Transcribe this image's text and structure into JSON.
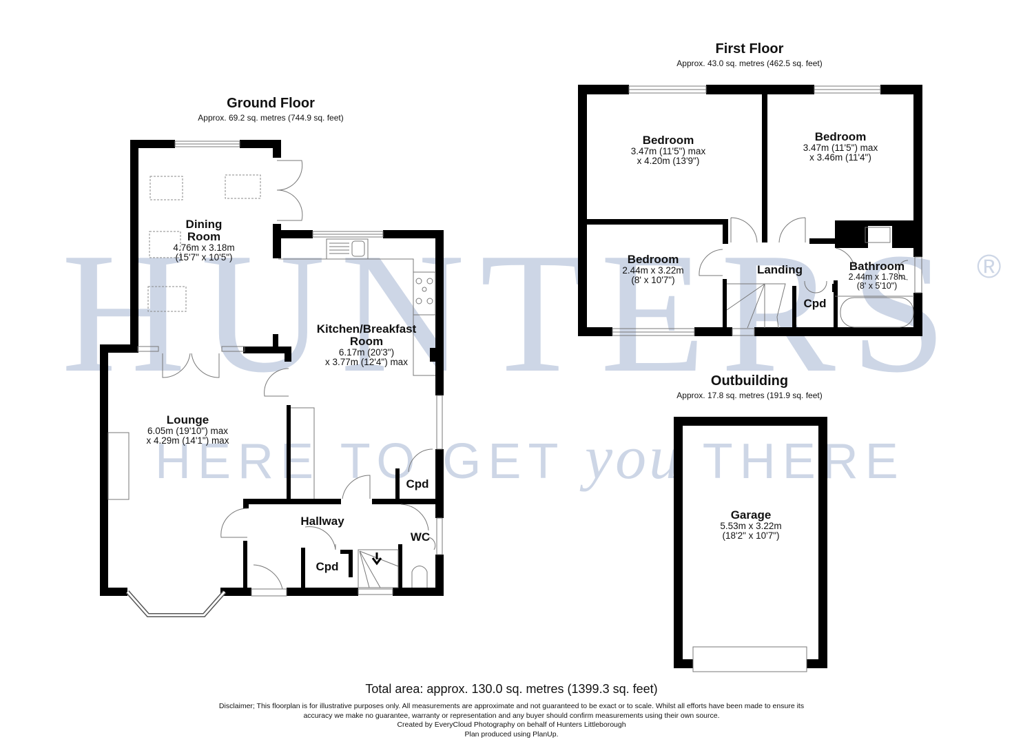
{
  "watermark": {
    "brand": "HUNTERS",
    "registered": "®",
    "tagline_pre": "HERE TO GET ",
    "tagline_you": "you",
    "tagline_post": " THERE",
    "color": "#cdd6e6"
  },
  "ground_floor": {
    "title": "Ground Floor",
    "area": "Approx. 69.2 sq. metres (744.9 sq. feet)",
    "rooms": [
      {
        "name": "Dining Room",
        "name_l1": "Dining",
        "name_l2": "Room",
        "dim1": "4.76m x 3.18m",
        "dim2": "(15'7\" x 10'5\")"
      },
      {
        "name": "Kitchen/Breakfast Room",
        "name_l1": "Kitchen/Breakfast",
        "name_l2": "Room",
        "dim1": "6.17m (20'3\")",
        "dim2": "x 3.77m (12'4\") max"
      },
      {
        "name": "Lounge",
        "dim1": "6.05m (19'10\") max",
        "dim2": "x 4.29m (14'1\") max"
      },
      {
        "name": "Hallway"
      },
      {
        "name": "Cpd"
      },
      {
        "name": "Cpd"
      },
      {
        "name": "WC"
      }
    ]
  },
  "first_floor": {
    "title": "First Floor",
    "area": "Approx. 43.0 sq. metres (462.5 sq. feet)",
    "rooms": [
      {
        "name": "Bedroom",
        "dim1": "3.47m (11'5\") max",
        "dim2": "x 4.20m (13'9\")"
      },
      {
        "name": "Bedroom",
        "dim1": "3.47m (11'5\") max",
        "dim2": "x 3.46m (11'4\")"
      },
      {
        "name": "Bedroom",
        "dim1": "2.44m x 3.22m",
        "dim2": "(8' x 10'7\")"
      },
      {
        "name": "Landing"
      },
      {
        "name": "Bathroom",
        "dim1": "2.44m x 1.78m",
        "dim2": "(8' x 5'10\")"
      },
      {
        "name": "Cpd"
      }
    ]
  },
  "outbuilding": {
    "title": "Outbuilding",
    "area": "Approx. 17.8 sq. metres (191.9 sq. feet)",
    "rooms": [
      {
        "name": "Garage",
        "dim1": "5.53m x 3.22m",
        "dim2": "(18'2\" x 10'7\")"
      }
    ]
  },
  "footer": {
    "total": "Total area: approx. 130.0 sq. metres (1399.3 sq. feet)",
    "disclaimer_l1": "Disclaimer; This floorplan is for illustrative purposes only. All measurements are approximate and not guaranteed to be exact or to scale. Whilst all efforts have been made to ensure its",
    "disclaimer_l2": "accuracy we make no guarantee, warranty or representation and any buyer should confirm measurements using their own source.",
    "credit": "Created by EveryCloud Photography on behalf of Hunters Littleborough",
    "software": "Plan produced using PlanUp."
  },
  "colors": {
    "wall": "#000000",
    "fixture_line": "#666666",
    "background": "#ffffff"
  }
}
